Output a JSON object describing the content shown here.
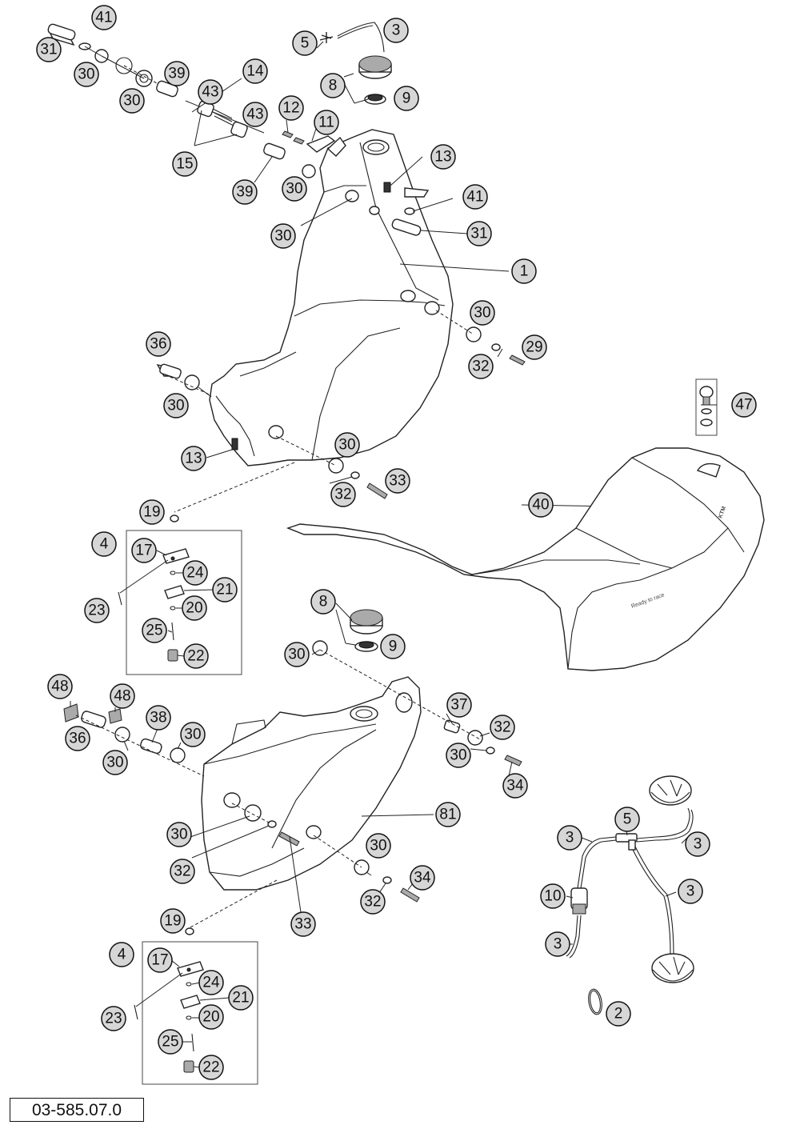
{
  "drawing": {
    "id": "03-585.07.0"
  },
  "seat": {
    "logo": "KTM",
    "tagline": "Ready to race"
  },
  "callouts": [
    "31",
    "41",
    "30",
    "30",
    "39",
    "43",
    "14",
    "43",
    "15",
    "39",
    "30",
    "5",
    "3",
    "8",
    "9",
    "12",
    "11",
    "13",
    "41",
    "31",
    "30",
    "1",
    "30",
    "32",
    "29",
    "36",
    "30",
    "13",
    "30",
    "32",
    "33",
    "47",
    "40",
    "19",
    "4",
    "17",
    "24",
    "23",
    "21",
    "20",
    "25",
    "22",
    "8",
    "9",
    "30",
    "48",
    "48",
    "36",
    "30",
    "38",
    "30",
    "37",
    "32",
    "30",
    "34",
    "81",
    "30",
    "32",
    "33",
    "30",
    "32",
    "34",
    "19",
    "4",
    "17",
    "24",
    "21",
    "23",
    "20",
    "25",
    "22",
    "3",
    "5",
    "3",
    "3",
    "10",
    "3",
    "2"
  ]
}
